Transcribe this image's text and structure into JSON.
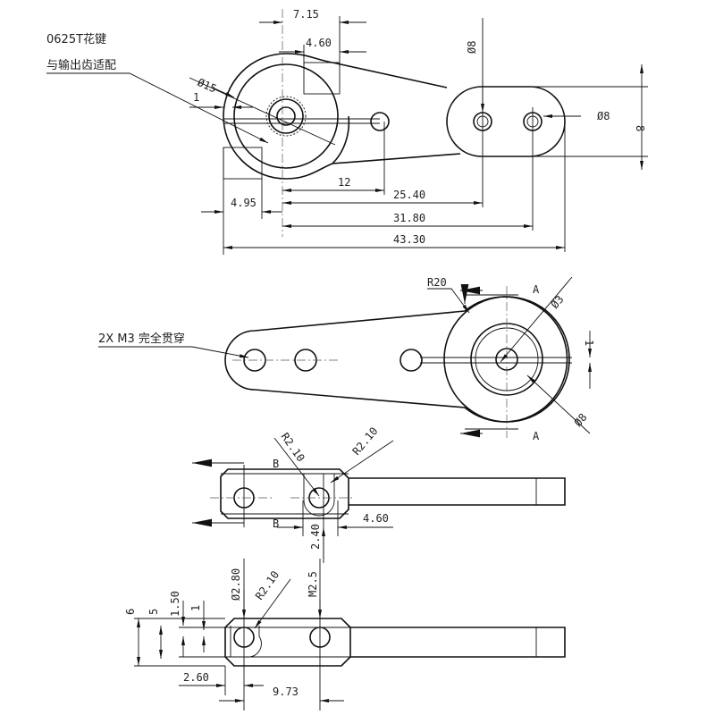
{
  "top_view": {
    "note_line1": "0625T花键",
    "note_line2": "与输出齿适配",
    "dim_7_15": "7.15",
    "dim_4_60": "4.60",
    "dia_15": "Ø15",
    "dim_1": "1",
    "dim_4_95": "4.95",
    "dim_12": "12",
    "dim_25_40": "25.40",
    "dim_31_80": "31.80",
    "dim_43_30": "43.30",
    "dia_8_top": "Ø8",
    "dia_8_right": "Ø8",
    "dim_8": "8"
  },
  "plan_view": {
    "r20": "R20",
    "section_a_top": "A",
    "section_a_bottom": "A",
    "dia_3": "Ø3",
    "dim_1": "1",
    "dia_8": "Ø8",
    "holes_note": "2X M3 完全贯穿"
  },
  "section_b": {
    "label_b_top": "B",
    "label_b_bottom": "B",
    "r2_10_a": "R2.10",
    "r2_10_b": "R2.10",
    "dim_4_60": "4.60",
    "dim_2_40": "2.40"
  },
  "section_a": {
    "dia_2_80": "Ø2.80",
    "r2_10": "R2.10",
    "m2_5": "M2.5",
    "dim_6": "6",
    "dim_5": "5",
    "dim_1_50": "1.50",
    "dim_1": "1",
    "dim_2_60": "2.60",
    "dim_9_73": "9.73"
  }
}
